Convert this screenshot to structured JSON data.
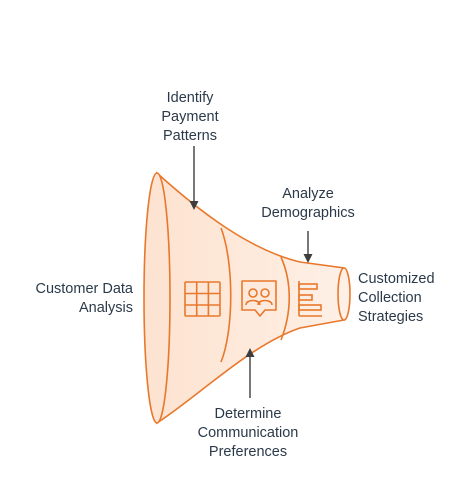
{
  "labels": {
    "identify": "Identify\nPayment\nPatterns",
    "analyze": "Analyze\nDemographics",
    "customer": "Customer Data\nAnalysis",
    "customized": "Customized\nCollection\nStrategies",
    "determine": "Determine\nCommunication\nPreferences"
  },
  "colors": {
    "stroke": "#e8782c",
    "fill": "#fde8da",
    "fill_light": "#fef2ea",
    "text": "#2b3a4a",
    "arrow": "#3d3d3d"
  },
  "icons": [
    "table-icon",
    "people-chat-icon",
    "bar-chart-icon"
  ]
}
